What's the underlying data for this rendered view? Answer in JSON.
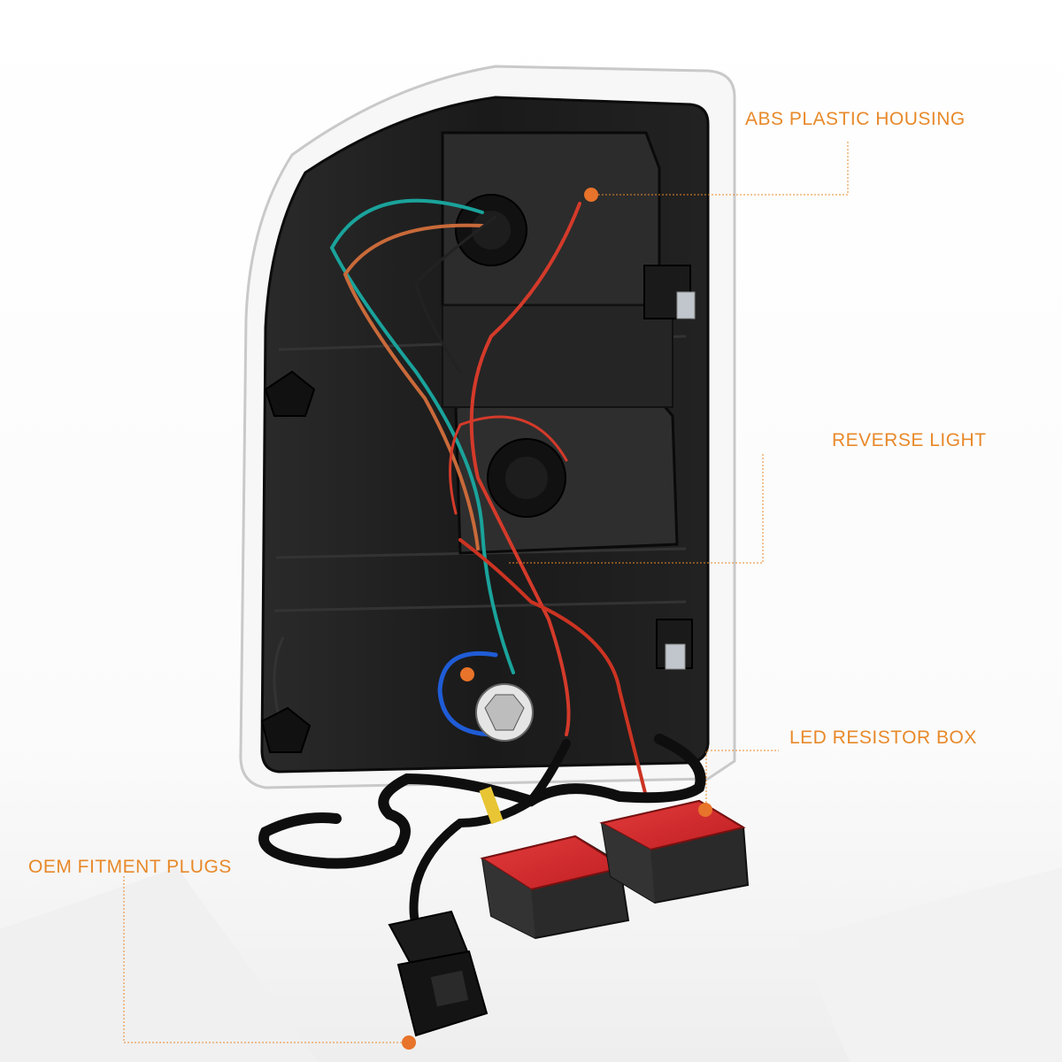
{
  "accent_color": "#e8892a",
  "callouts": {
    "housing": "ABS PLASTIC HOUSING",
    "reverse": "REVERSE LIGHT",
    "resistor": "LED RESISTOR BOX",
    "plugs": "OEM FITMENT PLUGS"
  }
}
